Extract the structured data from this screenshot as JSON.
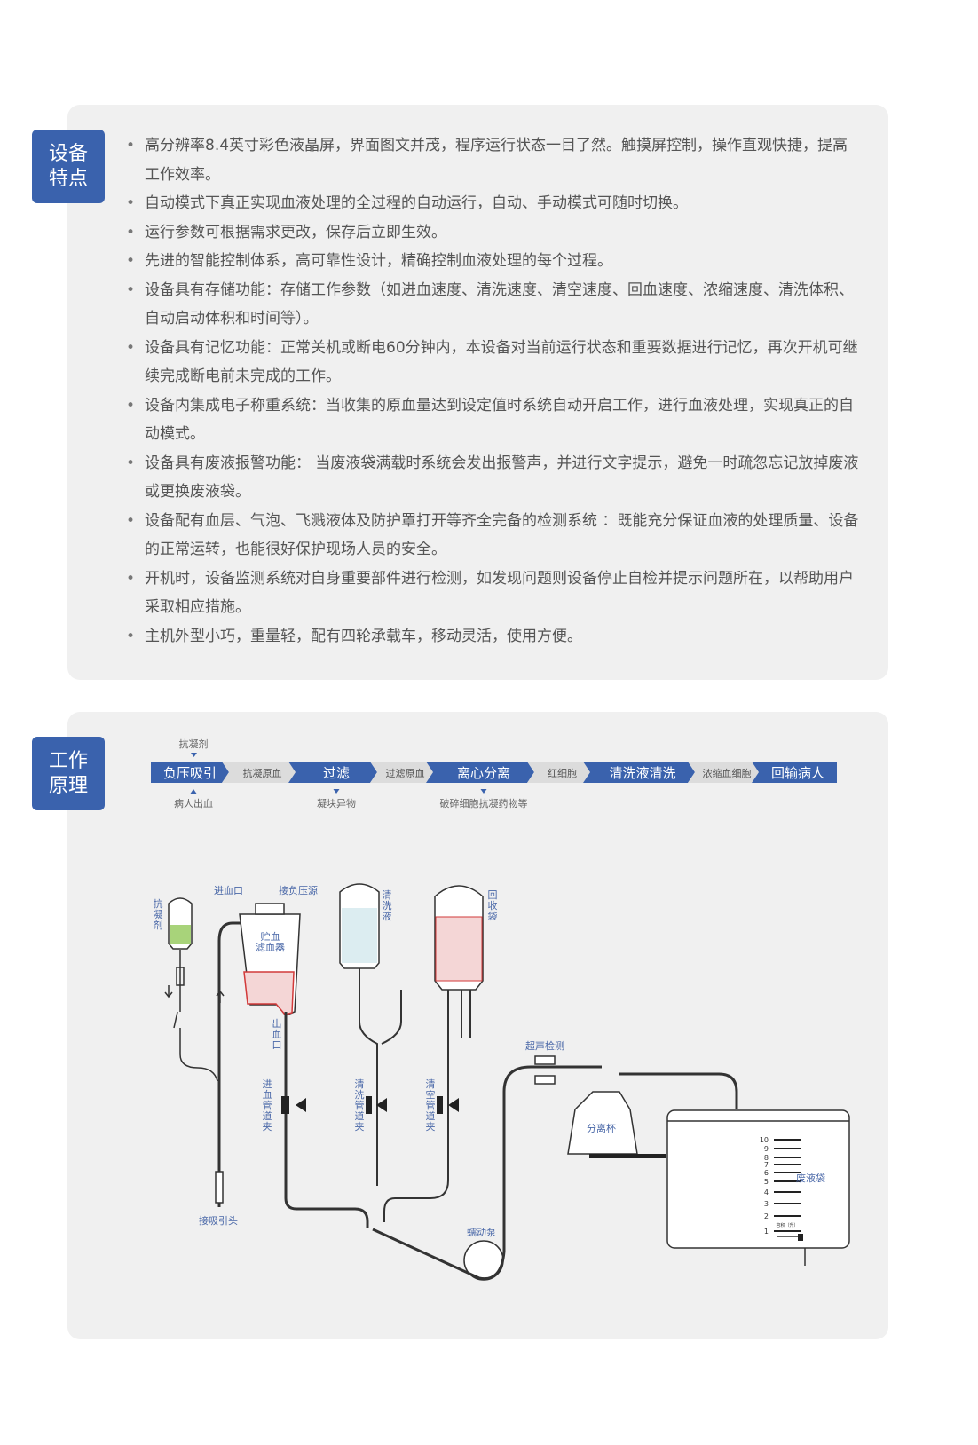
{
  "features": {
    "badge": "设备\n特点",
    "items": [
      "高分辨率8.4英寸彩色液晶屏，界面图文并茂，程序运行状态一目了然。触摸屏控制，操作直观快捷，提高工作效率。",
      "自动模式下真正实现血液处理的全过程的自动运行，自动、手动模式可随时切换。",
      "运行参数可根据需求更改，保存后立即生效。",
      "先进的智能控制体系，高可靠性设计，精确控制血液处理的每个过程。",
      "设备具有存储功能：存储工作参数（如进血速度、清洗速度、清空速度、回血速度、浓缩速度、清洗体积、自动启动体积和时间等）。",
      "设备具有记忆功能：正常关机或断电60分钟内，本设备对当前运行状态和重要数据进行记忆，再次开机可继续完成断电前未完成的工作。",
      "设备内集成电子称重系统：当收集的原血量达到设定值时系统自动开启工作，进行血液处理，实现真正的自动模式。",
      "设备具有废液报警功能： 当废液袋满载时系统会发出报警声，并进行文字提示，避免一时疏忽忘记放掉废液或更换废液袋。",
      "设备配有血层、气泡、飞溅液体及防护罩打开等齐全完备的检测系统 ：既能充分保证血液的处理质量、设备的正常运转，也能很好保护现场人员的安全。",
      "开机时，设备监测系统对自身重要部件进行检测，如发现问题则设备停止自检并提示问题所在，以帮助用户采取相应措施。",
      "主机外型小巧，重量轻，配有四轮承载车，移动灵活，使用方便。"
    ]
  },
  "principle": {
    "badge": "工作\n原理",
    "flow": {
      "steps": [
        "负压吸引",
        "过滤",
        "离心分离",
        "清洗液清洗",
        "回输病人"
      ],
      "links": [
        "抗凝原血",
        "过滤原血",
        "红细胞",
        "浓缩血细胞"
      ],
      "inputs_above": [
        "抗凝剂"
      ],
      "annotations_below": [
        "病人出血",
        "凝块异物",
        "破碎细胞抗凝药物等"
      ]
    },
    "diagram": {
      "anticoagulant": "抗凝剂",
      "blood_inlet": "进血口",
      "negative_pressure": "接负压源",
      "reservoir": "贮血\n滤血器",
      "blood_outlet": "出血口",
      "wash_liquid": "清洗液",
      "recovery_bag": "回收袋",
      "suction_head": "接吸引头",
      "inlet_clamp": "进血管道夹",
      "wash_clamp": "清洗管道夹",
      "empty_clamp": "清空管道夹",
      "ultrasonic": "超声检测",
      "bowl": "分离杯",
      "pump": "蠕动泵",
      "waste_bag": "废液袋",
      "scale": [
        "10",
        "9",
        "8",
        "7",
        "6",
        "5",
        "4",
        "3",
        "2",
        "1"
      ],
      "scale_note": "容积（升）"
    },
    "colors": {
      "accent": "#3a62ad",
      "link": "#dcdcdc",
      "blood": "#d23a3a",
      "wash": "#8fc4cf",
      "anticoag": "#a8d37a"
    }
  }
}
